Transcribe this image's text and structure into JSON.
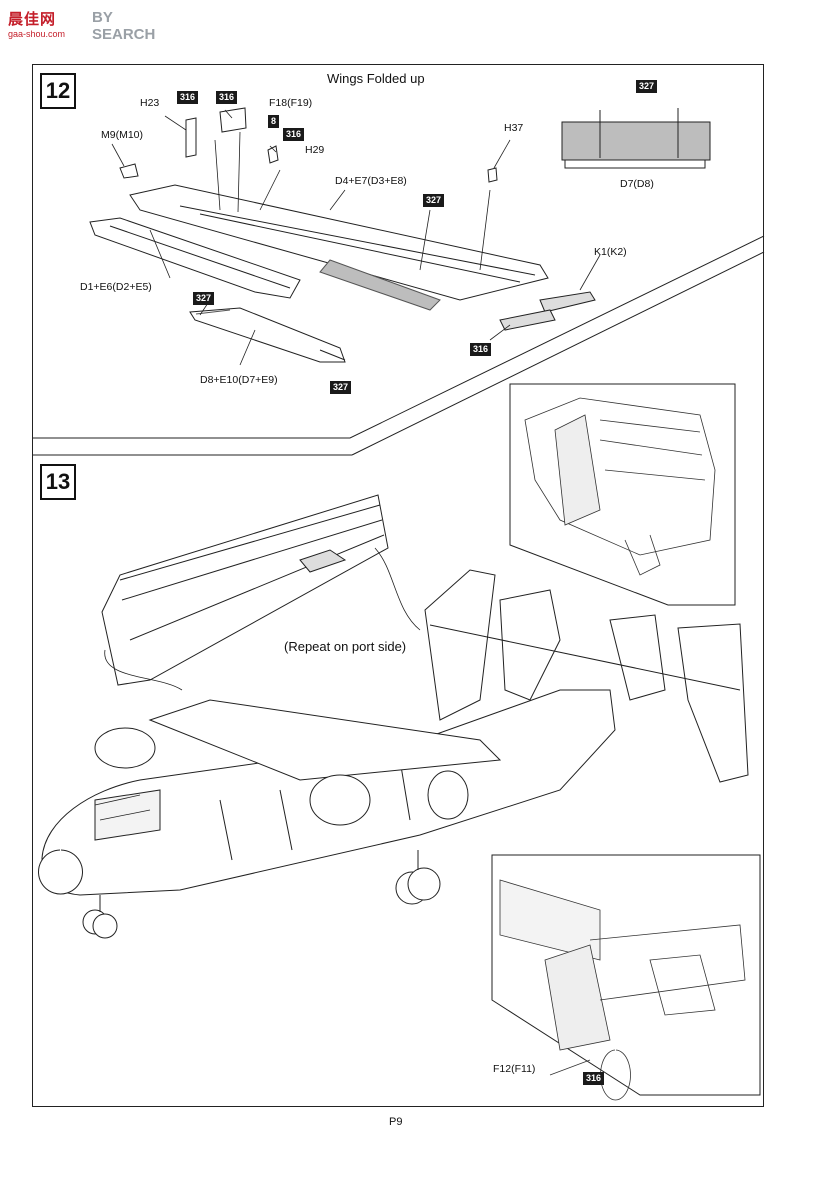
{
  "watermark": {
    "logo": "晨佳网",
    "brand": "BY SEARCH",
    "url": "gaa-shou.com"
  },
  "step12": {
    "number": "12",
    "title": "Wings Folded up",
    "labels": {
      "h23": "H23",
      "f18": "F18(F19)",
      "m9": "M9(M10)",
      "h29": "H29",
      "h37": "H37",
      "d4e7": "D4+E7(D3+E8)",
      "d7": "D7(D8)",
      "k1": "K1(K2)",
      "d1e6": "D1+E6(D2+E5)",
      "d8e10": "D8+E10(D7+E9)"
    },
    "tags": {
      "t316a": "316",
      "t316b": "316",
      "t8": "8",
      "t316c": "316",
      "t327a": "327",
      "t327b": "327",
      "t327c": "327",
      "t327d": "327",
      "t316d": "316"
    }
  },
  "step13": {
    "number": "13",
    "note": "(Repeat on port side)",
    "labels": {
      "f12": "F12(F11)"
    },
    "tags": {
      "t316": "316"
    }
  },
  "page": {
    "number": "P9"
  }
}
